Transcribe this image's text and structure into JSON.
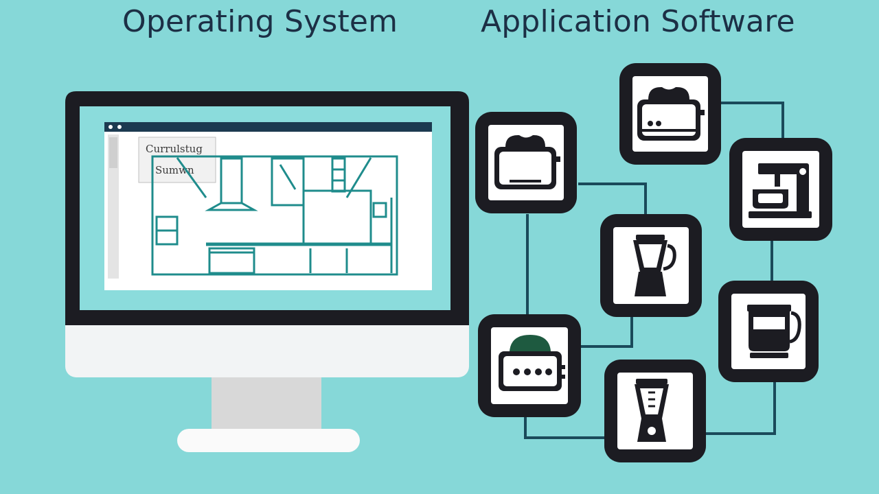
{
  "headings": {
    "left": "Operating System",
    "right": "Application Software"
  },
  "monitor": {
    "screen_label_line1": "Currulstug",
    "screen_label_line2": "Sumwn"
  },
  "colors": {
    "background": "#86d8d8",
    "dark": "#1c1c22",
    "teal": "#1f8c8c",
    "connector": "#1a4a5a",
    "heading_text": "#1c2f45"
  },
  "app_tiles": [
    {
      "icon": "toaster-icon"
    },
    {
      "icon": "toaster-icon"
    },
    {
      "icon": "stand-mixer-icon"
    },
    {
      "icon": "blender-icon"
    },
    {
      "icon": "kettle-icon"
    },
    {
      "icon": "toaster-oven-icon"
    },
    {
      "icon": "blender-icon"
    }
  ]
}
